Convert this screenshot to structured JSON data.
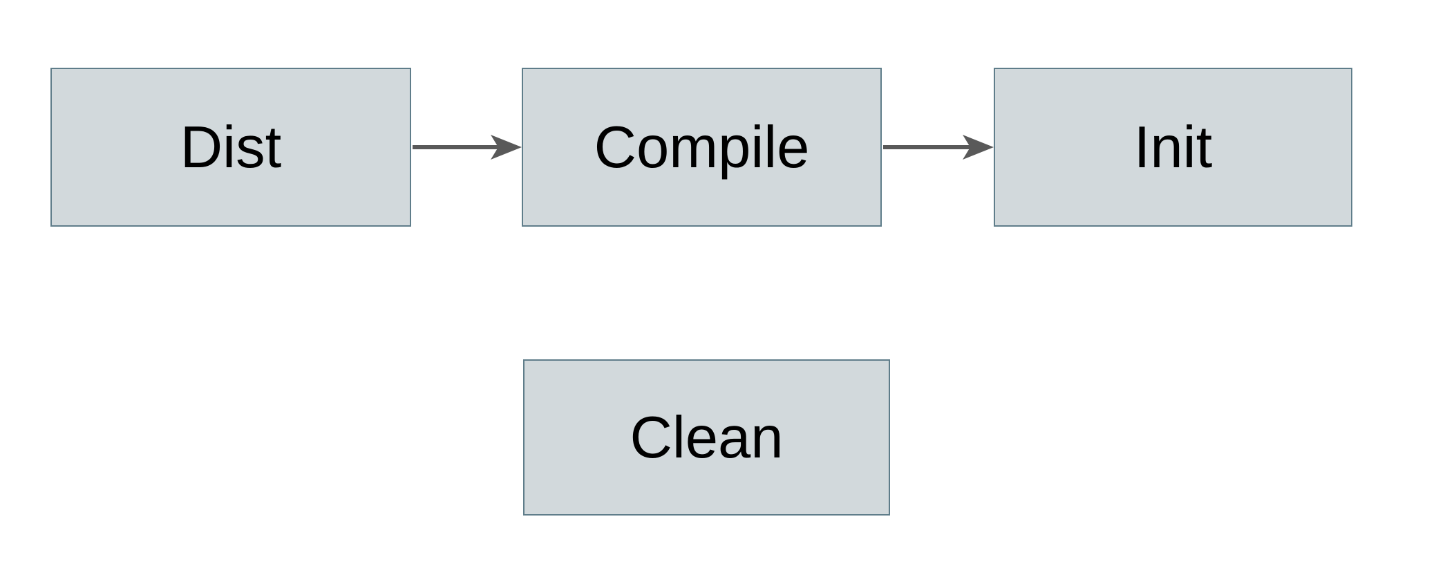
{
  "diagram": {
    "colors": {
      "canvas_background": "#ffffff",
      "node_fill": "#d2d9dc",
      "node_border": "#5f7d8a",
      "arrow": "#595959",
      "label_text": "#000000"
    },
    "nodes": [
      {
        "id": "dist",
        "label": "Dist"
      },
      {
        "id": "compile",
        "label": "Compile"
      },
      {
        "id": "init",
        "label": "Init"
      },
      {
        "id": "clean",
        "label": "Clean"
      }
    ],
    "edges": [
      {
        "from": "dist",
        "to": "compile"
      },
      {
        "from": "compile",
        "to": "init"
      }
    ]
  }
}
